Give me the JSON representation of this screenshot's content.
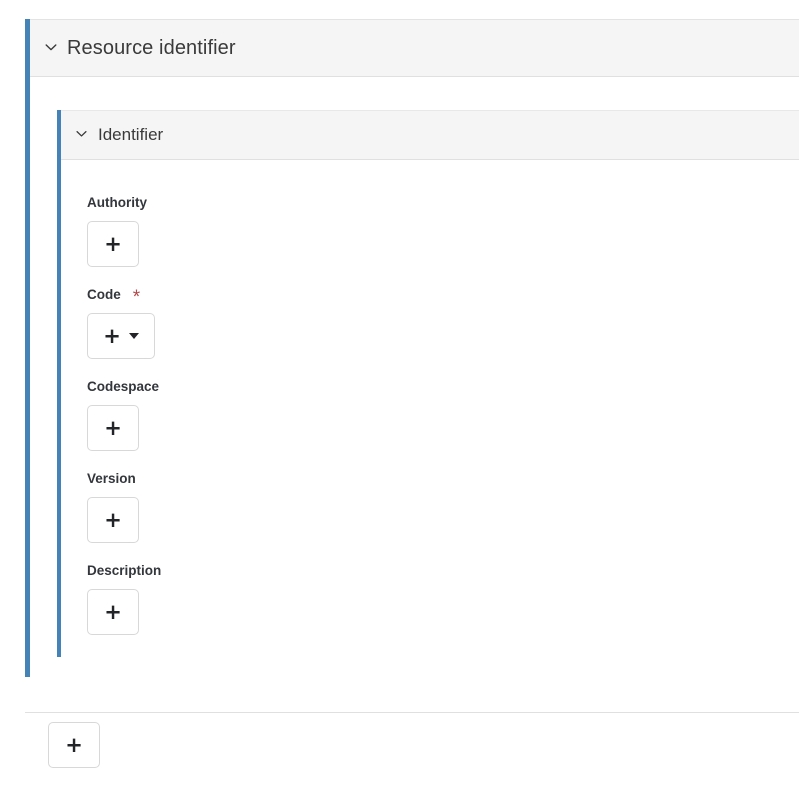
{
  "theme": {
    "accent_blue": "#4383b5",
    "header_bg": "#f5f5f5",
    "border_gray": "#e0e0e0",
    "button_border": "#d8d8d8",
    "label_color": "#33363b",
    "required_color": "#b24a4a"
  },
  "outer_section": {
    "title": "Resource identifier",
    "toggle_icon": "chevron-down-icon",
    "expanded": true
  },
  "inner_section": {
    "title": "Identifier",
    "toggle_icon": "chevron-down-icon",
    "expanded": true,
    "fields": [
      {
        "label": "Authority",
        "required": false,
        "required_marker": "",
        "add_button": {
          "icon": "plus-icon",
          "label": "+",
          "has_dropdown": false
        }
      },
      {
        "label": "Code",
        "required": true,
        "required_marker": "*",
        "add_button": {
          "icon": "plus-icon",
          "label": "+",
          "has_dropdown": true,
          "dropdown_icon": "caret-down-icon"
        }
      },
      {
        "label": "Codespace",
        "required": false,
        "required_marker": "",
        "add_button": {
          "icon": "plus-icon",
          "label": "+",
          "has_dropdown": false
        }
      },
      {
        "label": "Version",
        "required": false,
        "required_marker": "",
        "add_button": {
          "icon": "plus-icon",
          "label": "+",
          "has_dropdown": false
        }
      },
      {
        "label": "Description",
        "required": false,
        "required_marker": "",
        "add_button": {
          "icon": "plus-icon",
          "label": "+",
          "has_dropdown": false
        }
      }
    ]
  },
  "footer": {
    "add_button": {
      "icon": "plus-icon",
      "label": "+",
      "has_dropdown": false
    }
  }
}
